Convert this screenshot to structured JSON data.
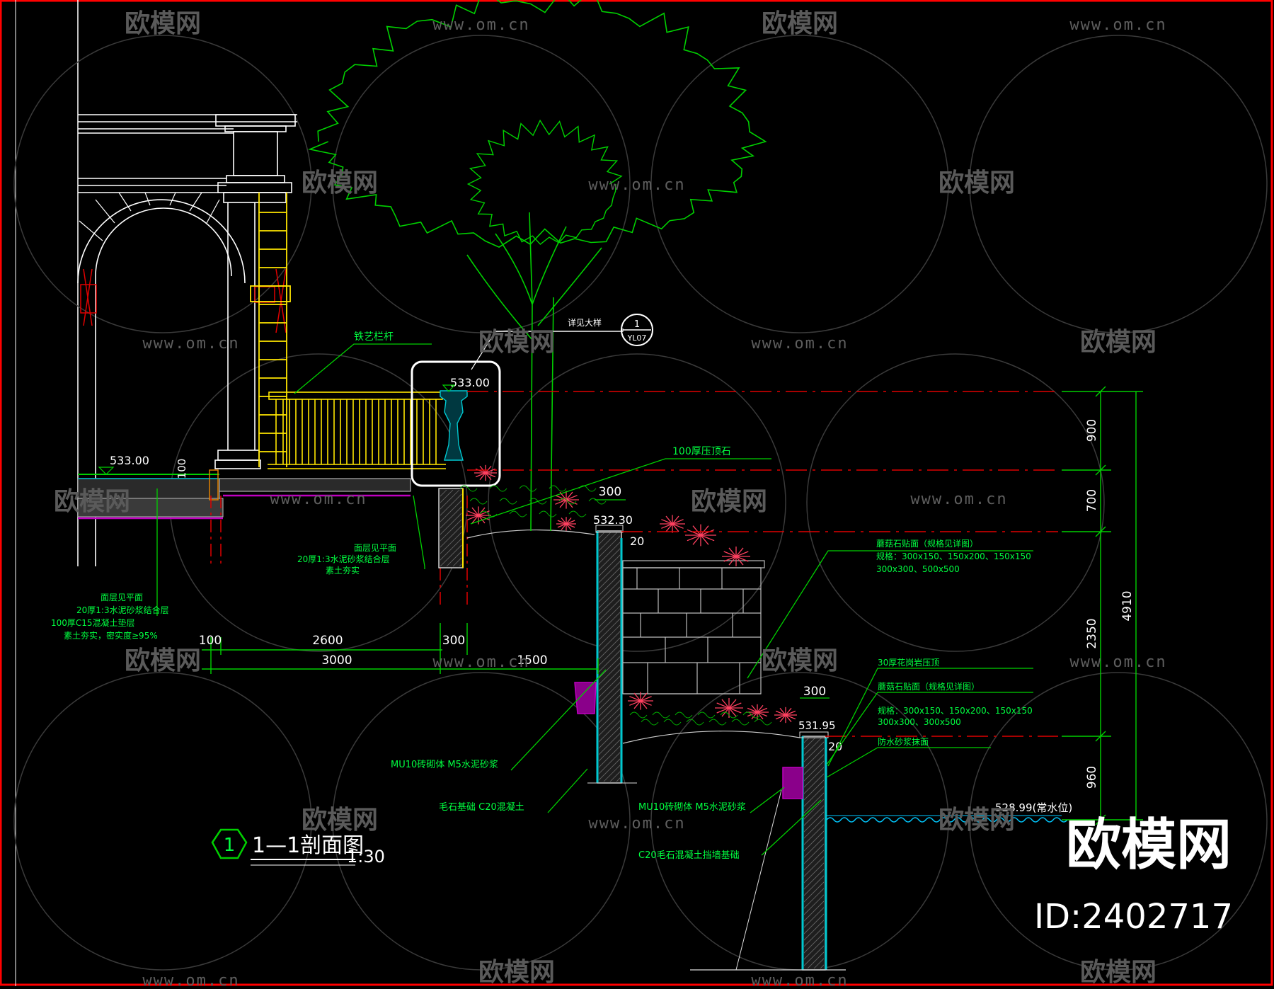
{
  "colors": {
    "background": "#000000",
    "green": "#00d000",
    "bright_green": "#00ff40",
    "yellow": "#ffe600",
    "red": "#e00000",
    "cyan": "#00c8d0",
    "magenta": "#b000c0",
    "white": "#ffffff",
    "pink": "#ff4060",
    "watermark": "#6a6a6a"
  },
  "watermarks": {
    "brand": "欧模网",
    "site": "www.om.cn",
    "site_short": "om.cn",
    "site_prefix": "www."
  },
  "drawing": {
    "title_number": "1",
    "title": "1—1剖面图",
    "scale": "1:30",
    "callout_number": "1",
    "callout_sheet": "YL07",
    "callout_label": "详见大样",
    "elevations": {
      "railing_top": "533.00",
      "terrace_floor": "533.00",
      "mid_wall_top": "532.30",
      "low_wall_top": "531.95",
      "water_level": "528.99(常水位)"
    },
    "dimensions": {
      "left_100": "100",
      "bottom_100": "100",
      "bottom_2600": "2600",
      "bottom_300": "300",
      "bottom_3000": "3000",
      "bottom_1500": "1500",
      "wall_300_mid": "300",
      "wall_300_low": "300",
      "gap_20_mid": "20",
      "gap_20_low": "20",
      "right_900": "900",
      "right_700": "700",
      "right_2350": "2350",
      "right_960": "960",
      "right_total": "4910"
    },
    "notes": {
      "railing": "铁艺栏杆",
      "coping": "100厚压顶石",
      "floor_build": [
        "面层见平面",
        "20厚1:3水泥砂浆结合层",
        "100厚C15混凝土垫层",
        "素土夯实，密实度≥95%"
      ],
      "terrace_build": [
        "面层见平面",
        "20厚1:3水泥砂浆结合层",
        "素土夯实"
      ],
      "wall_face_mid": [
        "蘑菇石贴面（规格见详图）",
        "规格：300x150、150x200、150x150",
        "300x300、500x500"
      ],
      "wall_face_low": [
        "蘑菇石贴面（规格见详图）",
        "规格：300x150、150x200、150x150",
        "300x300、300x500"
      ],
      "cap_low": "30厚花岗岩压顶",
      "drain_low": "防水砂浆抹面",
      "wall_body_mid": "MU10砖砌体 M5水泥砂浆",
      "wall_footing_mid": "毛石基础 C20混凝土",
      "wall_body_low": "MU10砖砌体 M5水泥砂浆",
      "wall_footing_low": "C20毛石混凝土挡墙基础"
    }
  }
}
